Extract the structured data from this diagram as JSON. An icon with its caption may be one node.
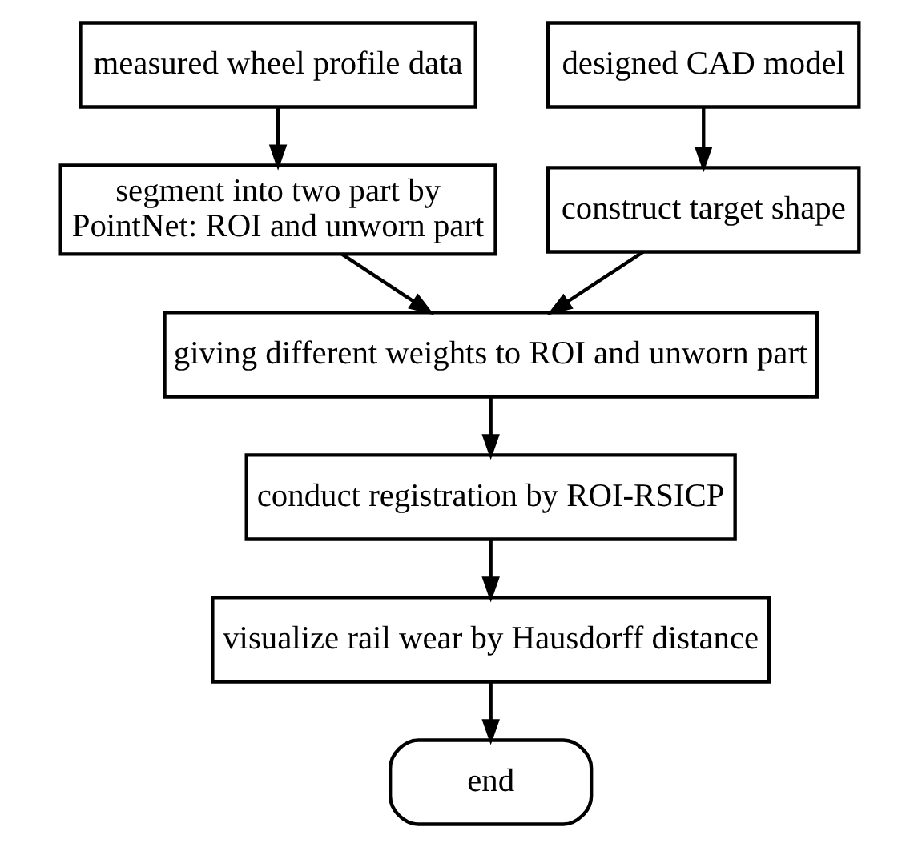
{
  "diagram": {
    "nodes": [
      {
        "text": [
          "measured wheel profile data"
        ]
      },
      {
        "text": [
          "designed CAD model"
        ]
      },
      {
        "text": [
          "segment into two part by PointNet: ROI and unworn part"
        ]
      },
      {
        "text": [
          "construct target shape"
        ]
      },
      {
        "text": [
          "giving different weights to ROI and unworn part"
        ]
      },
      {
        "text": [
          "conduct registration by ROI-RSICP"
        ]
      },
      {
        "text": [
          "visualize rail wear by Hausdorff distance"
        ]
      },
      {
        "text": [
          "end"
        ]
      }
    ],
    "edges": [
      {
        "from": 0,
        "to": 2,
        "arrow": "to"
      },
      {
        "from": 1,
        "to": 3,
        "arrow": "to"
      },
      {
        "from": 2,
        "to": 4,
        "arrow": "to"
      },
      {
        "from": 3,
        "to": 4,
        "arrow": "to"
      },
      {
        "from": 4,
        "to": 5,
        "arrow": "to"
      },
      {
        "from": 5,
        "to": 6,
        "arrow": "to"
      },
      {
        "from": 6,
        "to": 7,
        "arrow": "to"
      }
    ]
  }
}
